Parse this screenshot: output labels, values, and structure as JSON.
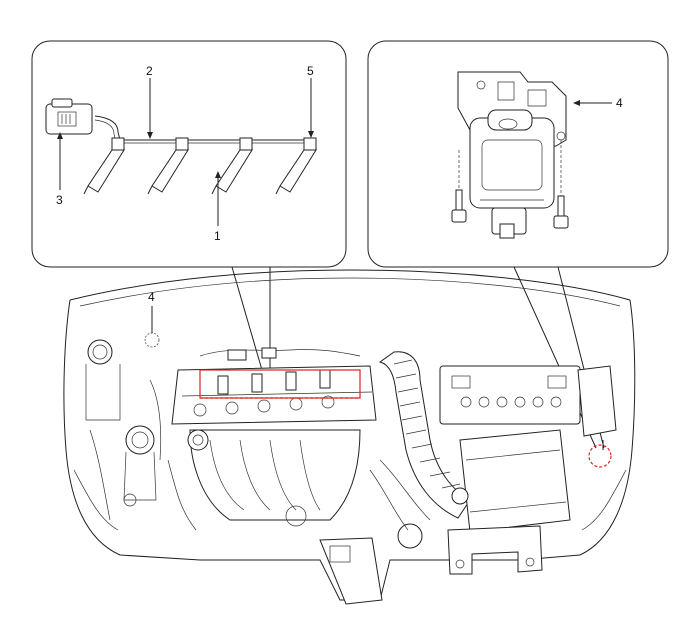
{
  "callouts": {
    "glow_plug": "1",
    "harness": "2",
    "connector": "3",
    "relay_left": "4",
    "plug_tip": "5",
    "relay_right": "4"
  },
  "colors": {
    "highlight": "#e02020",
    "line": "#222222"
  }
}
